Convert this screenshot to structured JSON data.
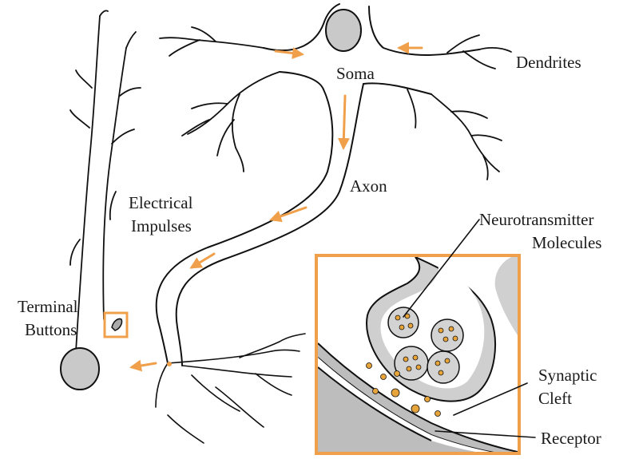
{
  "labels": {
    "soma": "Soma",
    "dendrites": "Dendrites",
    "axon": "Axon",
    "electrical_1": "Electrical",
    "electrical_2": "Impulses",
    "terminal_1": "Terminal",
    "terminal_2": "Buttons",
    "neuro_1": "Neurotransmitter",
    "neuro_2": "Molecules",
    "synaptic_1": "Synaptic",
    "synaptic_2": "Cleft",
    "receptor": "Receptor"
  },
  "colors": {
    "line": "#111111",
    "nucleus": "#c9c9c9",
    "accent": "#f0a04b",
    "molecule": "#e7a43a",
    "vesicle": "#d3d3d3"
  }
}
